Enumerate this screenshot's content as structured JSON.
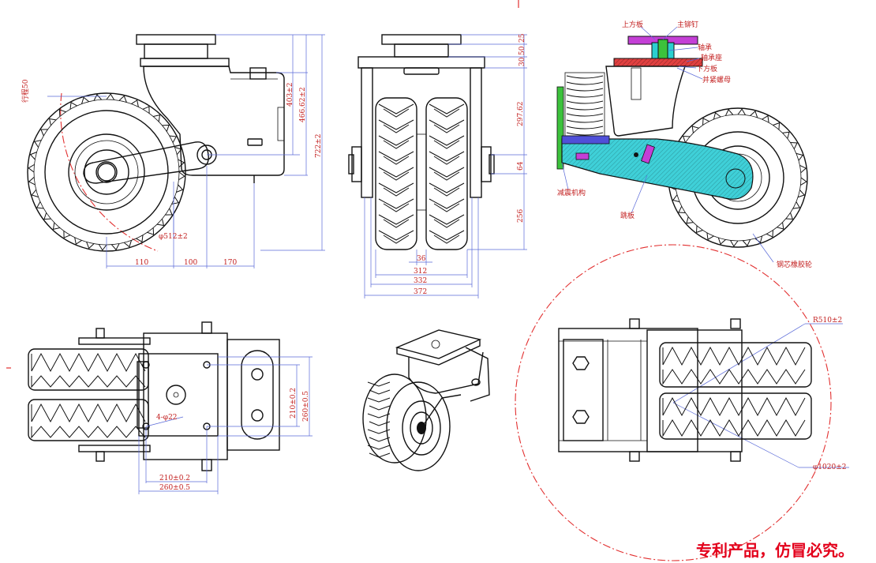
{
  "side_view": {
    "travel_label": "行程50",
    "dims": {
      "h403": "403±2",
      "h466": "466.62±2",
      "h722": "722±2",
      "wheel_dia": "φ512±2",
      "w110": "110",
      "w100": "100",
      "w170": "170"
    }
  },
  "front_view": {
    "dims": {
      "d25": "25",
      "d50": "50",
      "d30": "30",
      "d297": "297.62",
      "d64": "64",
      "d256": "256",
      "w36": "36",
      "w312": "312",
      "w332": "332",
      "w372": "372"
    }
  },
  "section_view": {
    "labels": {
      "top_plate": "上方板",
      "main_rivet": "主铆钉",
      "bearing": "轴承",
      "bearing_seat": "轴承座",
      "bottom_plate": "下方板",
      "lock_nut": "并紧螺母",
      "damping": "减震机构",
      "rocker": "跳板",
      "wheel": "钢芯橡胶轮"
    }
  },
  "top_view": {
    "dims": {
      "holes": "4-φ22",
      "v210": "210±0.2",
      "v260": "260±0.5",
      "h210": "210±0.2",
      "h260": "260±0.5"
    }
  },
  "bottom_view": {
    "dims": {
      "radius": "R510±2",
      "dia": "φ1020±2"
    }
  },
  "footer": {
    "notice": "专利产品，仿冒必究。"
  },
  "colors": {
    "dimension_text": "#c21e1e",
    "dimension_line": "#5a6ad8",
    "sweep_circle": "#e23030",
    "section_top_plate": "#c43fd6",
    "section_bearing": "#2ad0d0",
    "section_rivet": "#3cc23c",
    "section_seat": "#e04040",
    "section_rocker": "#3fd0d8",
    "footer_text": "#e3001b"
  }
}
